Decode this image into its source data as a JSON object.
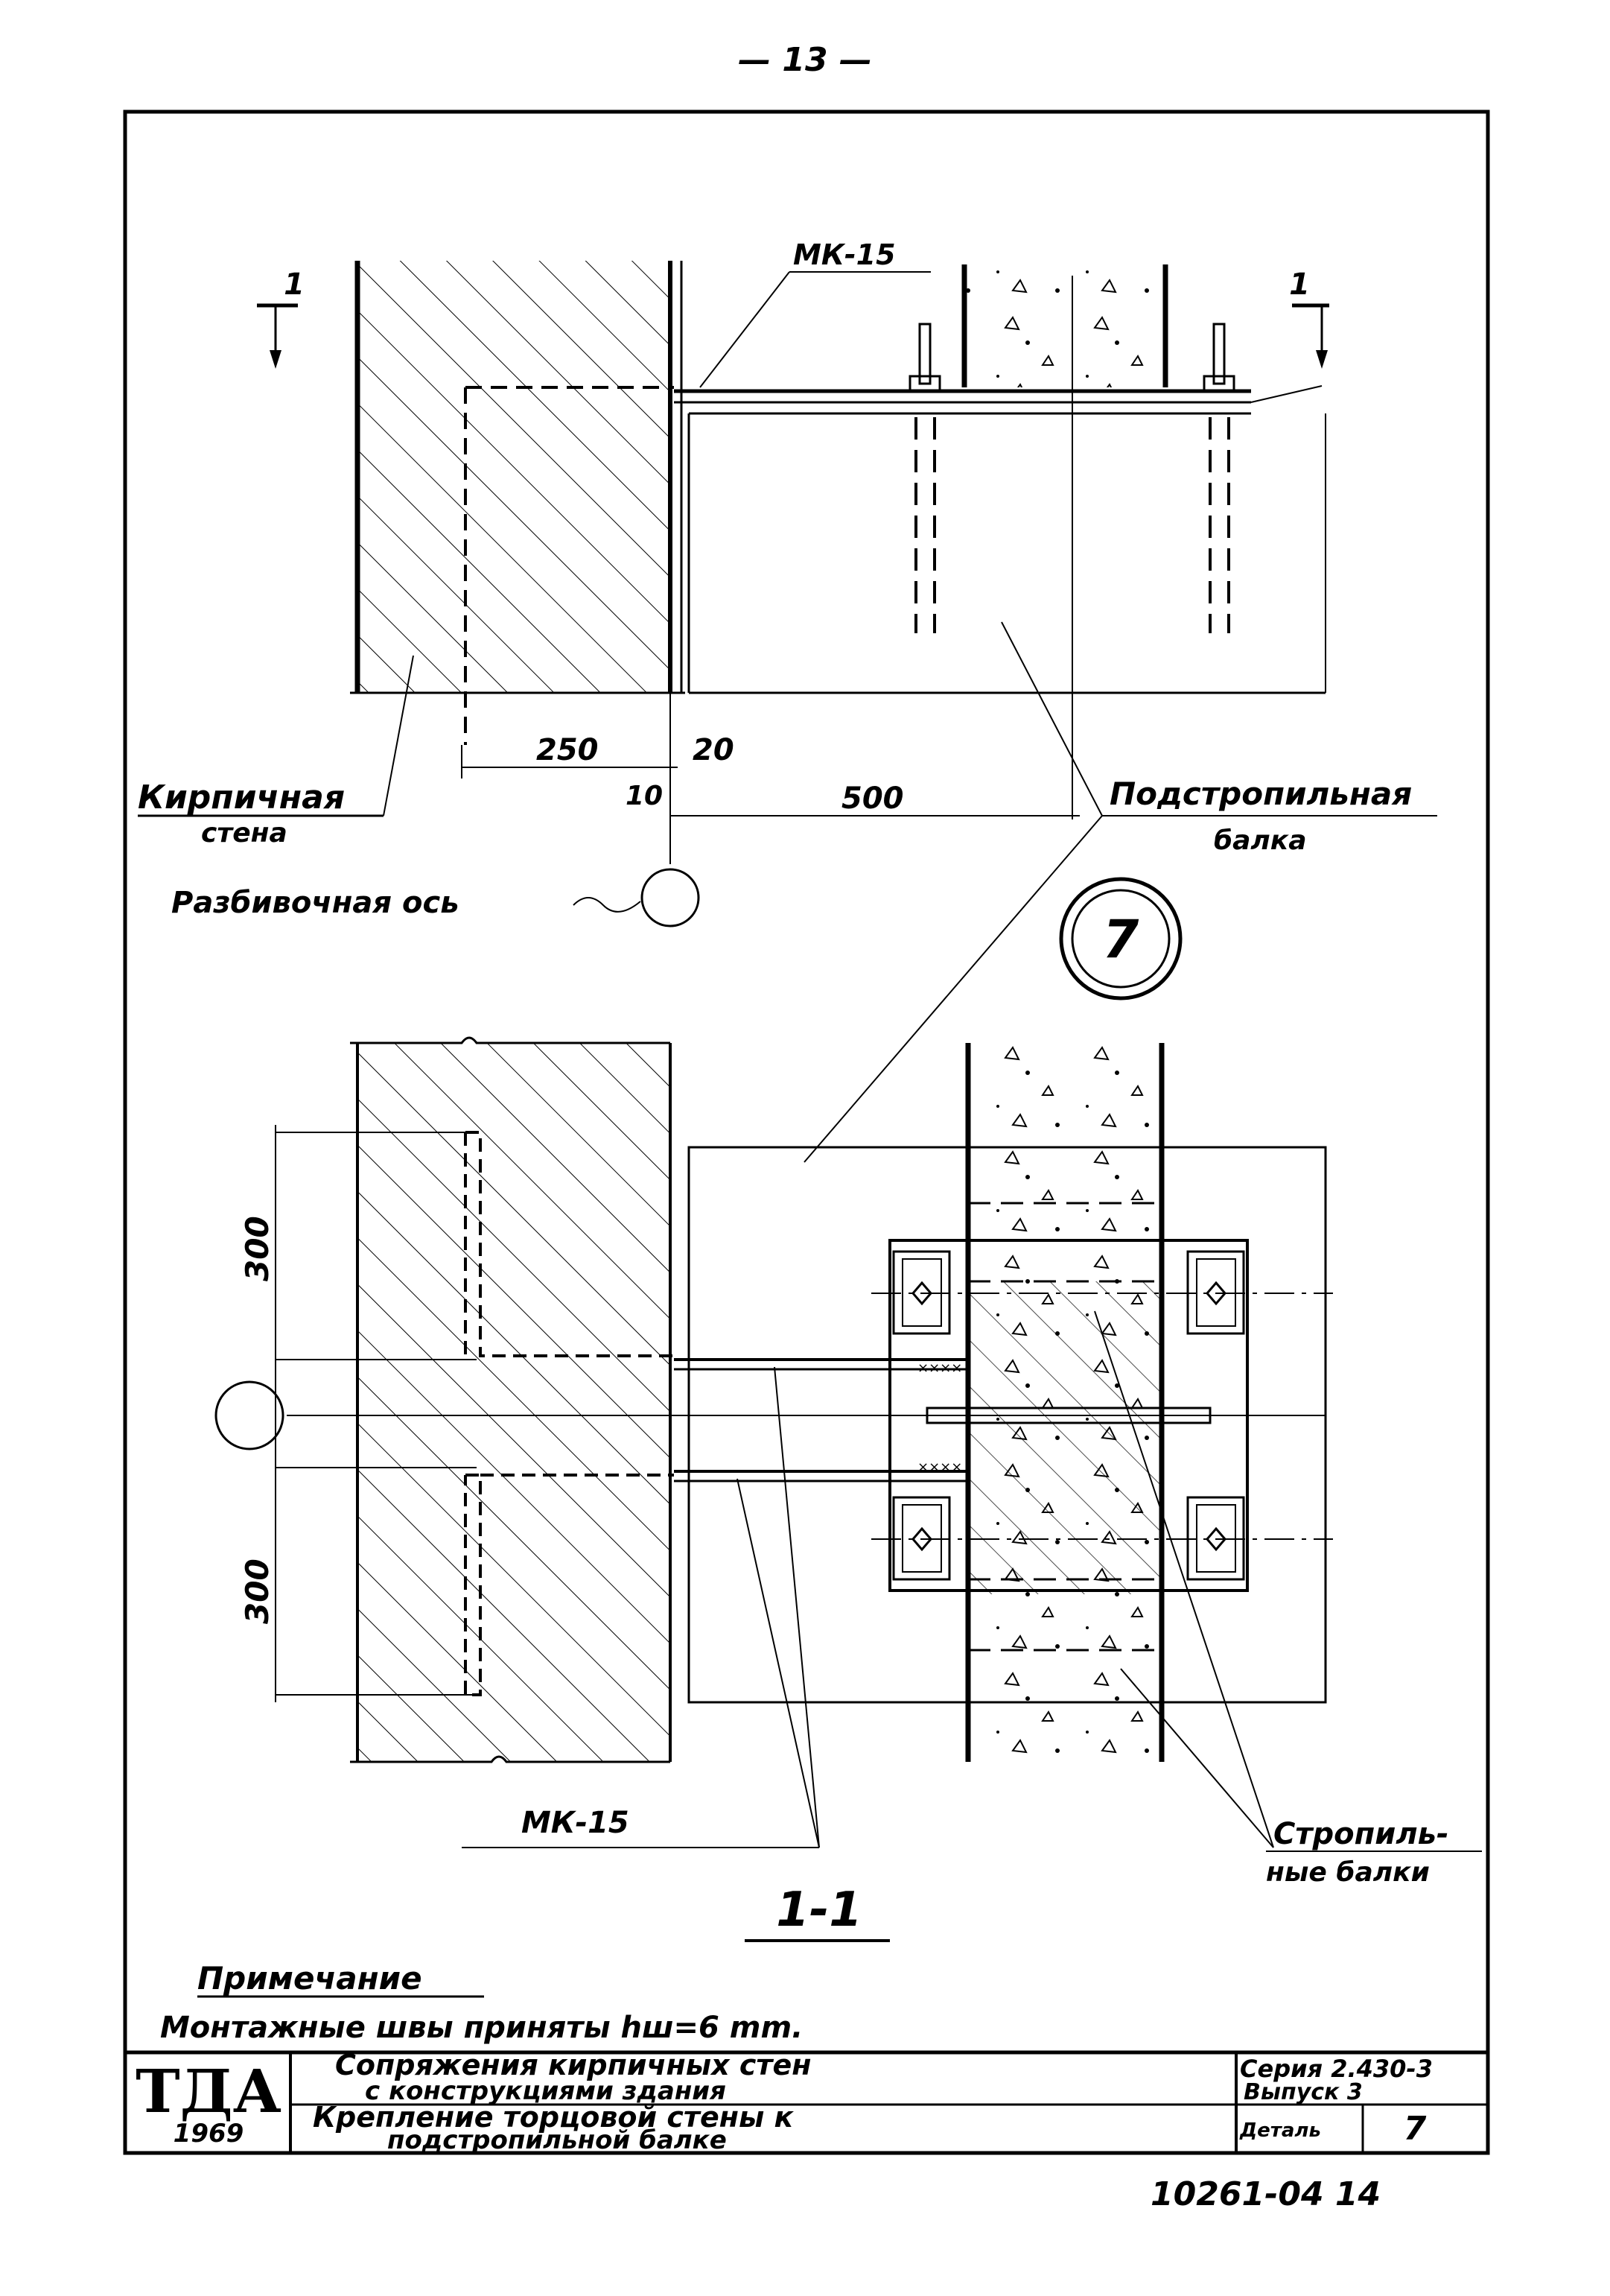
{
  "page_number": "— 13 —",
  "section_marks": {
    "left": "1",
    "right": "1"
  },
  "labels": {
    "mk15_top": "МК-15",
    "mk15_bottom": "МК-15",
    "brick_wall_line1": "Кирпичная",
    "brick_wall_line2": "стена",
    "axis": "Разбивочная ось",
    "truss_beam_line1": "Подстропильная",
    "truss_beam_line2": "балка",
    "rafter_beams_line1": "Стропиль-",
    "rafter_beams_line2": "ные балки",
    "detail_circle": "7",
    "section_title": "1-1"
  },
  "dimensions": {
    "d250": "250",
    "d20": "20",
    "d10": "10",
    "d500": "500",
    "d300_top": "300",
    "d300_bottom": "300"
  },
  "note": {
    "heading": "Примечание",
    "text": "Монтажные швы приняты hш=6 mm."
  },
  "title_block": {
    "logo": "ТДА",
    "year": "1969",
    "title_line1": "Сопряжения кирпичных стен",
    "title_line2": "с конструкциями здания",
    "subtitle_line1": "Крепление торцовой стены к",
    "subtitle_line2": "подстропильной балке",
    "series_line1": "Серия 2.430-3",
    "series_line2": "Выпуск 3",
    "detail_label": "Деталь",
    "detail_value": "7"
  },
  "doc_number": "10261-04 14"
}
